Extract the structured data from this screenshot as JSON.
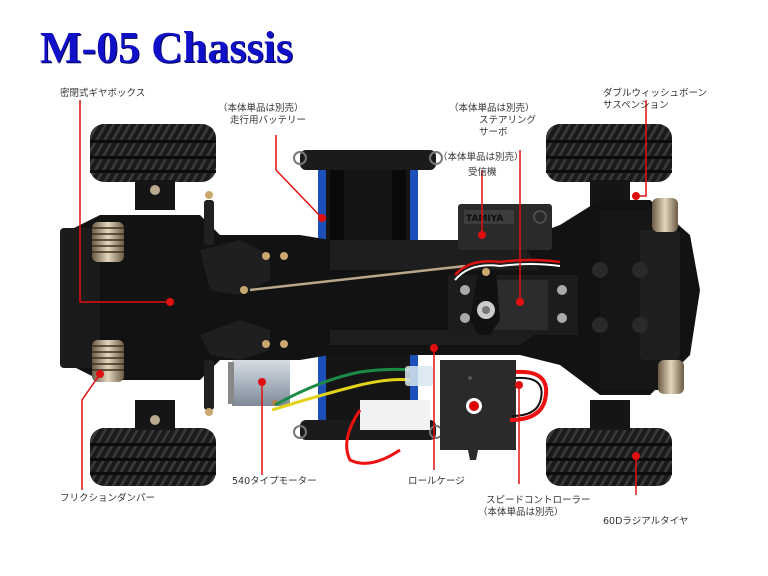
{
  "title": "M-05 Chassis",
  "colors": {
    "title": "#1010c8",
    "leader": "#e01010",
    "chassis": "#111111",
    "battery_blue": "#1d4fb8"
  },
  "callouts": [
    {
      "id": "gearbox",
      "lines": [
        "密閉式ギヤボックス"
      ]
    },
    {
      "id": "battery",
      "lines": [
        "（本体単品は別売）",
        "走行用バッテリー"
      ]
    },
    {
      "id": "servo",
      "lines": [
        "（本体単品は別売）",
        "ステアリング",
        "サーボ"
      ]
    },
    {
      "id": "receiver",
      "lines": [
        "（本体単品は別売）",
        "受信機"
      ]
    },
    {
      "id": "suspension",
      "lines": [
        "ダブルウィッシュボーン",
        "サスペンション"
      ]
    },
    {
      "id": "damper",
      "lines": [
        "フリクションダンパー"
      ]
    },
    {
      "id": "motor",
      "lines": [
        "540タイプモーター"
      ]
    },
    {
      "id": "rollcage",
      "lines": [
        "ロールケージ"
      ]
    },
    {
      "id": "esc",
      "lines": [
        "スピードコントローラー",
        "（本体単品は別売）"
      ]
    },
    {
      "id": "tire",
      "lines": [
        "60Dラジアルタイヤ"
      ]
    }
  ],
  "receiver_brand": "TAMIYA"
}
